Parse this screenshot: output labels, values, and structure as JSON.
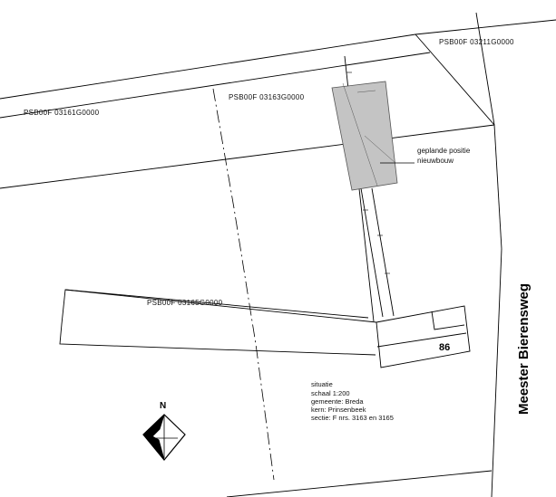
{
  "parcels": {
    "northwest": "PSB00F  03161G0000",
    "north_center": "PSB00F  03163G0000",
    "northeast": "PSB00F  03211G0000",
    "south": "PSB00F  03165G0000"
  },
  "planned_position": {
    "line1": "geplande  positie",
    "line2": "nieuwbouw"
  },
  "street": {
    "name": "Meester Bierensweg"
  },
  "house_number": "86",
  "situation_block": {
    "title": "situatie",
    "scale": "schaal 1:200",
    "municipality": "gemeente: Breda",
    "core": "kern: Prinsenbeek",
    "section": "sectie: F    nrs. 3163 en 3165"
  },
  "north_arrow": {
    "letter": "N"
  },
  "colors": {
    "planned_building_fill": "#c4c4c4",
    "line": "#000000"
  }
}
